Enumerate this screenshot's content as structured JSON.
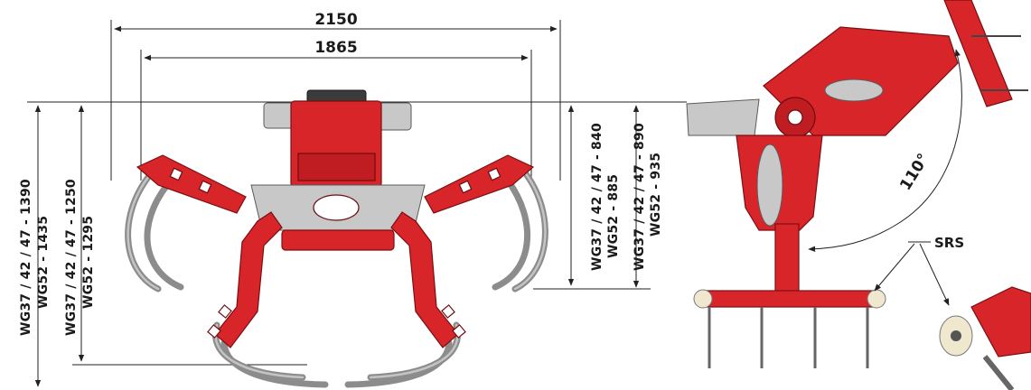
{
  "dimensions": {
    "width_outer": "2150",
    "width_inner": "1865",
    "height_left_outer": [
      "WG37 / 42 / 47 - 1390",
      "WG52 - 1435"
    ],
    "height_left_inner": [
      "WG37 / 42 / 47 - 1250",
      "WG52 - 1295"
    ],
    "height_right_inner": [
      "WG37 / 42 / 47 - 840",
      "WG52 - 885"
    ],
    "height_right_outer": [
      "WG37 / 42 / 47 - 890",
      "WG52 - 935"
    ]
  },
  "side_view": {
    "rotation_angle": "110°",
    "callout": "SRS"
  },
  "colors": {
    "body_red": "#d8252a",
    "tine_grey": "#8c8c8c",
    "dim_line": "#222222"
  }
}
